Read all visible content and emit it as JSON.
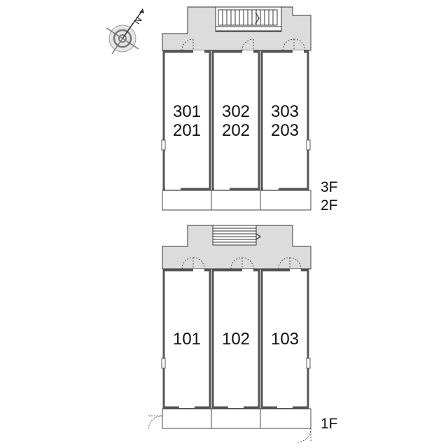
{
  "compass": {
    "north_label": "N",
    "icon": "compass-rose-icon"
  },
  "upper_block": {
    "units": [
      {
        "top": "301",
        "bottom": "201"
      },
      {
        "top": "302",
        "bottom": "202"
      },
      {
        "top": "303",
        "bottom": "203"
      }
    ],
    "floor_labels": [
      "3F",
      "2F"
    ]
  },
  "lower_block": {
    "units": [
      {
        "label": "101"
      },
      {
        "label": "102"
      },
      {
        "label": "103"
      }
    ],
    "floor_label": "1F"
  },
  "colors": {
    "wall": "#555555",
    "corridor": "#dcdcdc",
    "line": "#333333"
  }
}
